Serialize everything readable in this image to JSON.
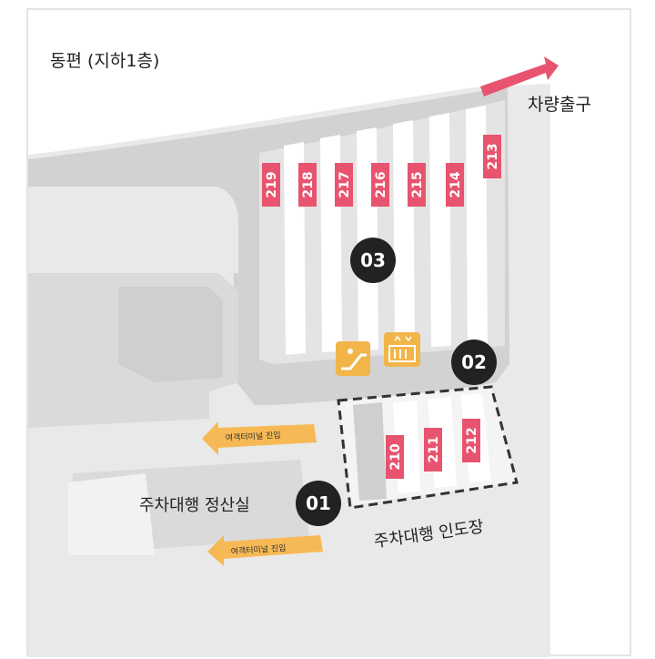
{
  "map": {
    "title": "동편 (지하1층)",
    "exit_label": "차량출구",
    "parking_slots": [
      "219",
      "218",
      "217",
      "216",
      "215",
      "214",
      "213"
    ],
    "valet_slots": [
      "210",
      "211",
      "212"
    ],
    "markers": [
      {
        "id": "01",
        "label": "주차대행 정산실"
      },
      {
        "id": "02",
        "label": "주차대행 인도장"
      },
      {
        "id": "03",
        "label": ""
      }
    ],
    "entry_arrows": [
      "여객터미널 진입",
      "여객터미널 진입"
    ],
    "icons": [
      "escalator-icon",
      "elevator-icon"
    ],
    "colors": {
      "slot": "#e8546f",
      "marker": "#222222",
      "arrow": "#f7b955",
      "facility": "#f2b54a",
      "exit": "#e8546f"
    }
  }
}
